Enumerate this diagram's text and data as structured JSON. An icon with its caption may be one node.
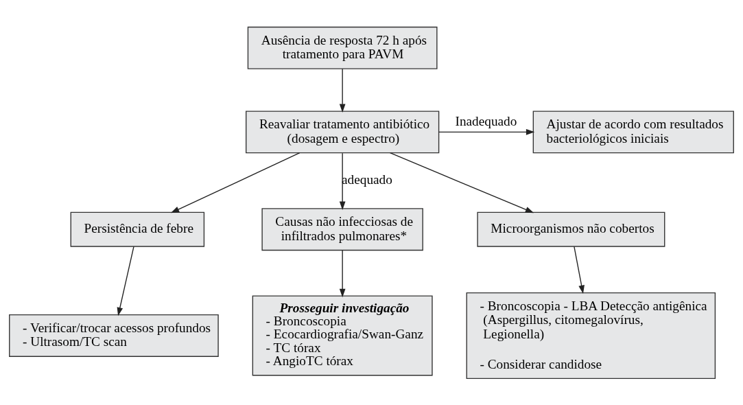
{
  "diagram": {
    "nodes": [
      {
        "text": [
          "Ausência de resposta 72 h após tratamento para PAVM"
        ]
      },
      {
        "text": [
          "Reavaliar tratamento antibiótico (dosagem e espectro)"
        ]
      },
      {
        "text": [
          "Ajustar de acordo com resultados bacteriológicos iniciais"
        ]
      },
      {
        "text": [
          "Persistência de febre"
        ]
      },
      {
        "text": [
          "Causas não infecciosas de infiltrados pulmonares*"
        ]
      },
      {
        "text": [
          "Microorganismos não cobertos"
        ]
      },
      {
        "text": [
          "- Verificar/trocar acessos profundos",
          "- Ultrasom/TC scan"
        ]
      },
      {
        "text": [
          "Prosseguir investigação",
          "- Broncoscopia",
          "- Ecocardiografia/Swan-Ganz",
          "- TC tórax",
          "- AngioTC tórax"
        ]
      },
      {
        "text": [
          "- Broncoscopia - LBA Detecção antigênica (Aspergillus, citomegalovírus, Legionella)",
          "- Considerar candidose"
        ]
      }
    ],
    "edges": [
      {
        "from": 0,
        "to": 1,
        "arrow": "to"
      },
      {
        "from": 1,
        "to": 2,
        "arrow": "to",
        "label": "Inadequado"
      },
      {
        "from": 1,
        "to": 3,
        "arrow": "to"
      },
      {
        "from": 1,
        "to": 4,
        "arrow": "to",
        "label": "adequado"
      },
      {
        "from": 1,
        "to": 5,
        "arrow": "to"
      },
      {
        "from": 3,
        "to": 6,
        "arrow": "to"
      },
      {
        "from": 4,
        "to": 7,
        "arrow": "to"
      },
      {
        "from": 5,
        "to": 8,
        "arrow": "to"
      }
    ]
  }
}
